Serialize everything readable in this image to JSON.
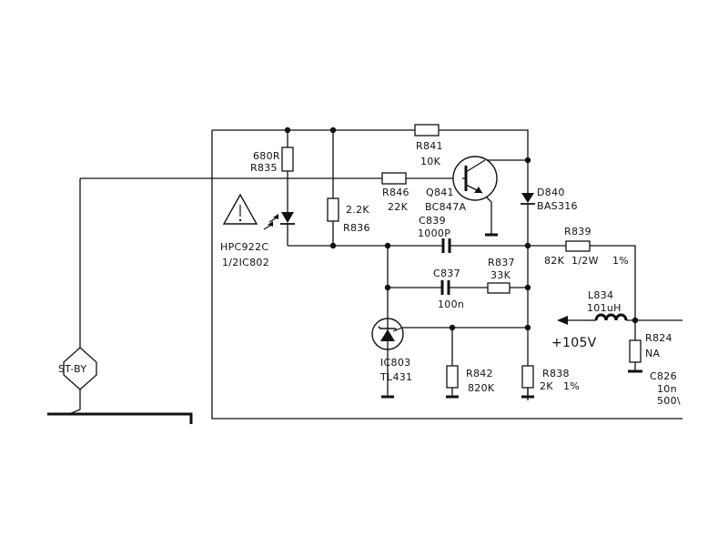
{
  "components": {
    "r835": {
      "ref": "R835",
      "value": "680R"
    },
    "r841": {
      "ref": "R841",
      "value": "10K"
    },
    "r846": {
      "ref": "R846",
      "value": "22K"
    },
    "q841": {
      "ref": "Q841",
      "value": "BC847A"
    },
    "d840": {
      "ref": "D840",
      "value": "BAS316"
    },
    "r836": {
      "ref": "R836",
      "value": "2.2K"
    },
    "c839": {
      "ref": "C839",
      "value": "1000P"
    },
    "optocoupler": {
      "part": "HPC922C",
      "unit": "1/2IC802"
    },
    "r839": {
      "ref": "R839",
      "value": "82K",
      "rating": "1/2W",
      "tolerance": "1%"
    },
    "c837": {
      "ref": "C837",
      "value": "100n"
    },
    "r837": {
      "ref": "R837",
      "value": "33K"
    },
    "l834": {
      "ref": "L834",
      "value": "101uH"
    },
    "r824": {
      "ref": "R824",
      "value": "NA"
    },
    "c826": {
      "ref": "C826",
      "value": "10n",
      "voltage": "500\\"
    },
    "ic803": {
      "ref": "IC803",
      "part": "TL431"
    },
    "r842": {
      "ref": "R842",
      "value": "820K"
    },
    "r838": {
      "ref": "R838",
      "value": "2K",
      "tolerance": "1%"
    }
  },
  "nets": {
    "supply": "+105V",
    "standby": "ST-BY"
  }
}
